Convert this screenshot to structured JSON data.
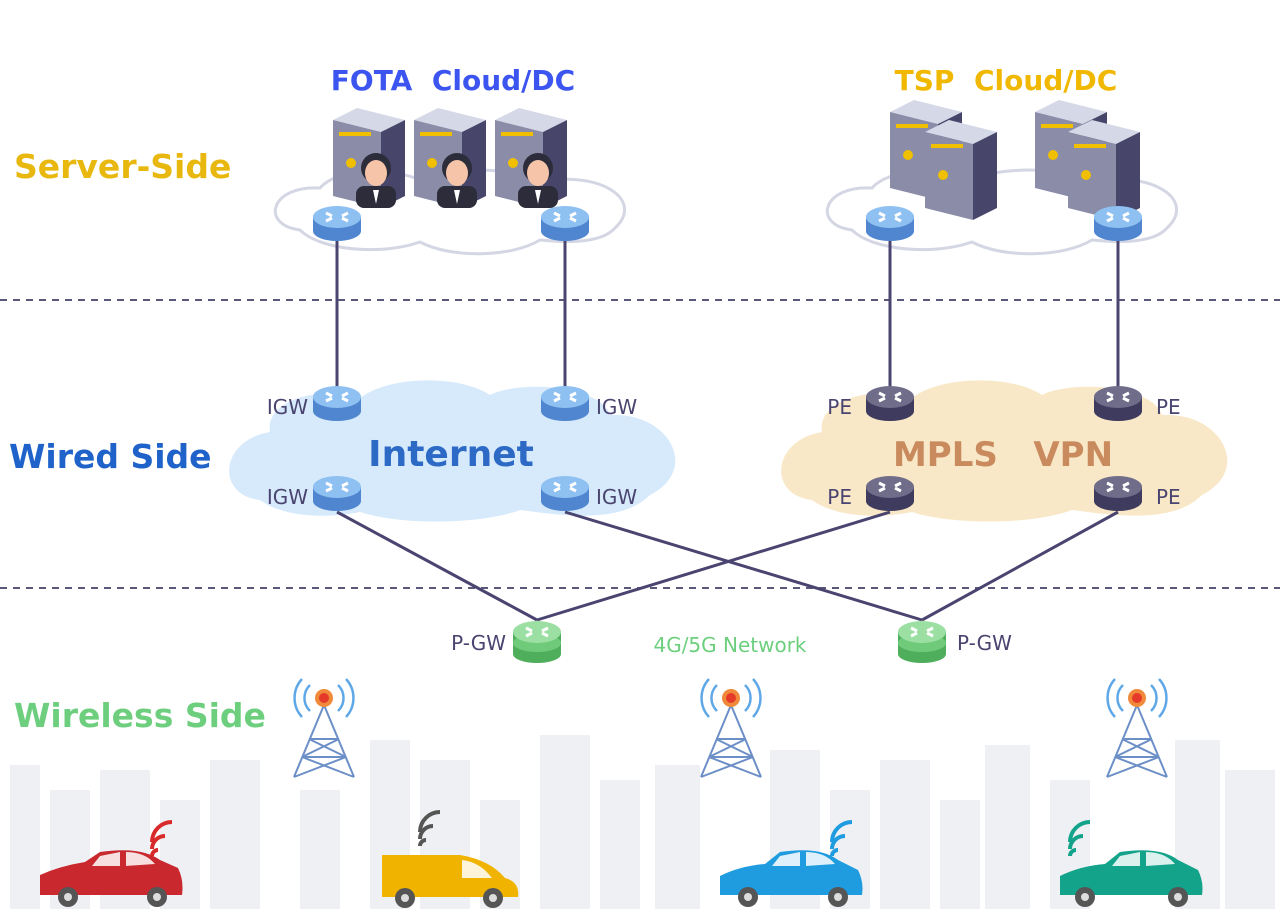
{
  "diagram": {
    "sections": {
      "server_side": "Server-Side",
      "wired_side": "Wired Side",
      "wireless_side": "Wireless Side"
    },
    "clouds": {
      "fota": "FOTA  Cloud/DC",
      "tsp": "TSP  Cloud/DC",
      "internet": "Internet",
      "mpls": "MPLS   VPN"
    },
    "nodes": {
      "igw": "IGW",
      "pe": "PE",
      "pgw": "P-GW",
      "network": "4G/5G Network"
    },
    "colors": {
      "server_side": "#e9b80f",
      "wired_side": "#1f62c9",
      "wireless_side": "#6dcf7e",
      "fota_title": "#3d55f0",
      "tsp_title": "#f0b800",
      "internet_cloud": "#d6eafb",
      "mpls_cloud": "#f9e8c8",
      "link": "#4a4570"
    },
    "vehicles": [
      "red-car",
      "yellow-van",
      "blue-car",
      "teal-car"
    ]
  }
}
